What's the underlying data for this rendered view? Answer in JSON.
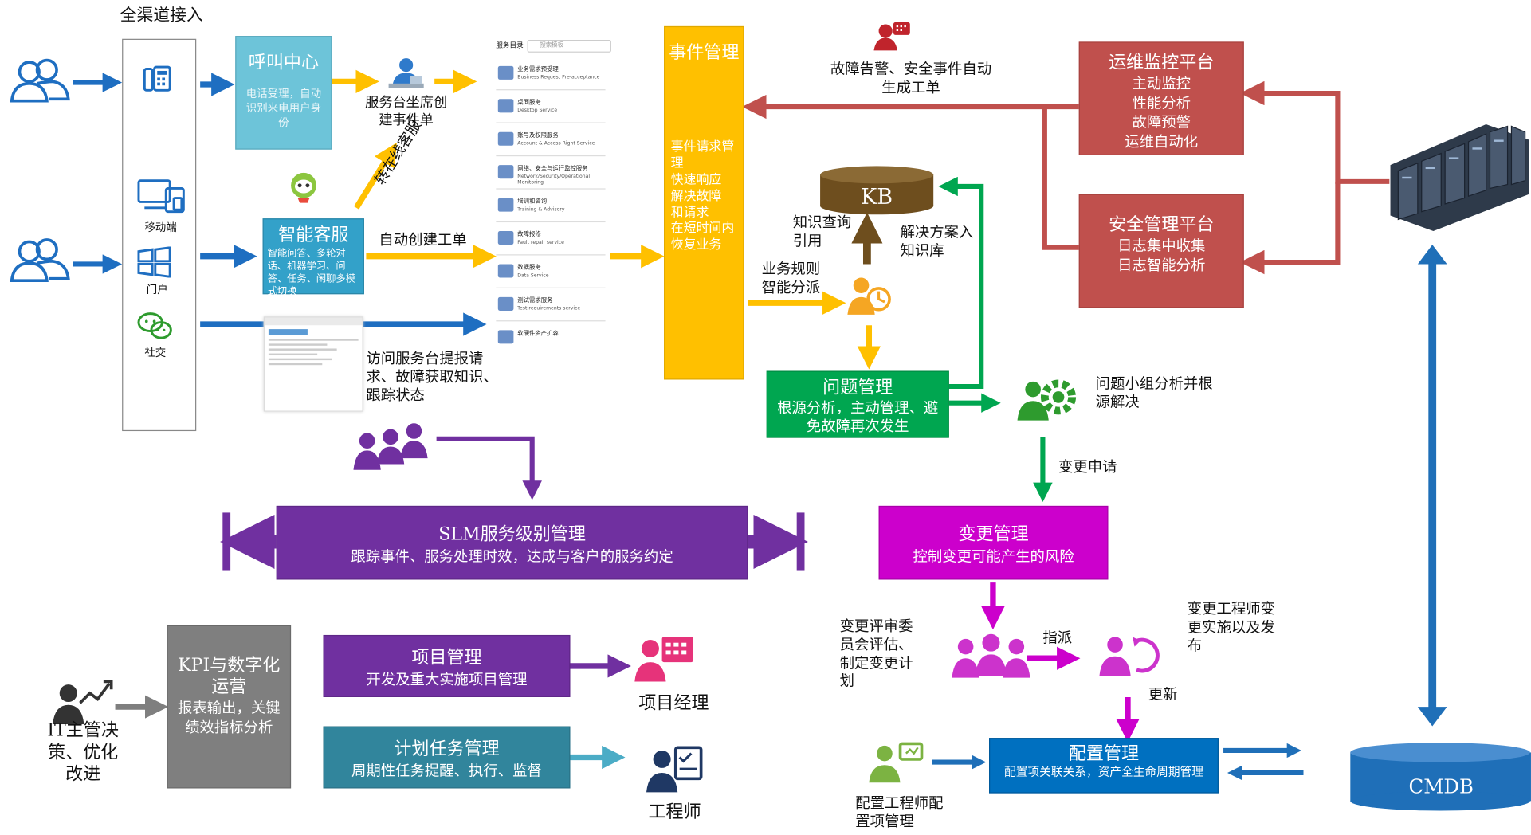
{
  "channels": {
    "title": "全渠道接入",
    "mobile": "移动端",
    "portal": "门户",
    "social": "社交"
  },
  "call_center": {
    "title": "呼叫中心",
    "desc": "电话受理，自动识别来电用户身份",
    "agent_note": "服务台坐席创建事件单"
  },
  "smart_cs": {
    "title": "智能客服",
    "desc": "智能问答、多轮对话、机器学习、问答、任务、闲聊多模式切换",
    "transfer": "转在线客服",
    "auto_ticket": "自动创建工单"
  },
  "web_portal_note": "访问服务台提报请求、故障获取知识、跟踪状态",
  "service_catalog": {
    "header": "服务目录",
    "search_placeholder": "搜索模板",
    "items": [
      {
        "zh": "业务需求预受理",
        "en": "Business Request Pre-acceptance"
      },
      {
        "zh": "桌面服务",
        "en": "Desktop Service"
      },
      {
        "zh": "账号及权限服务",
        "en": "Account & Access Right Service"
      },
      {
        "zh": "网络、安全与运行监控服务",
        "en": "Network/Security/Operational Monitoring"
      },
      {
        "zh": "培训和咨询",
        "en": "Training & Advisory"
      },
      {
        "zh": "故障报修",
        "en": "Fault repair service"
      },
      {
        "zh": "数据服务",
        "en": "Data Service"
      },
      {
        "zh": "测试需求服务",
        "en": "Test requirements service"
      },
      {
        "zh": "软硬件资产扩容",
        "en": ""
      }
    ]
  },
  "incident": {
    "title": "事件管理",
    "desc": "事件请求管理\n快速响应\n解决故障\n和请求\n在短时间内恢复业务"
  },
  "alert_note": "故障告警、安全事件自动生成工单",
  "ops_platform": {
    "title": "运维监控平台",
    "lines": [
      "主动监控",
      "性能分析",
      "故障预警",
      "运维自动化"
    ]
  },
  "security_platform": {
    "title": "安全管理平台",
    "lines": [
      "日志集中收集",
      "日志智能分析"
    ]
  },
  "kb": {
    "label": "KB",
    "query_note": "知识查询引用",
    "solution_note": "解决方案入知识库",
    "dispatch_note": "业务规则智能分派"
  },
  "problem": {
    "title": "问题管理",
    "desc": "根源分析，主动管理、避免故障再次发生",
    "team_note": "问题小组分析并根源解决",
    "change_request": "变更申请"
  },
  "slm": {
    "title": "SLM服务级别管理",
    "desc": "跟踪事件、服务处理时效，达成与客户的服务约定"
  },
  "change": {
    "title": "变更管理",
    "desc": "控制变更可能产生的风险",
    "cab_note": "变更评审委员会评估、制定变更计划",
    "assign": "指派",
    "engineer_note": "变更工程师变更实施以及发布",
    "update": "更新"
  },
  "config": {
    "title": "配置管理",
    "desc": "配置项关联关系，资产全生命周期管理",
    "engineer_note": "配置工程师配置项管理"
  },
  "cmdb": {
    "label": "CMDB"
  },
  "kpi": {
    "title": "KPI与数字化运营",
    "desc": "报表输出，关键绩效指标分析",
    "it_note": "IT主管决策、优化改进"
  },
  "project": {
    "title": "项目管理",
    "desc": "开发及重大实施项目管理",
    "role": "项目经理"
  },
  "plan": {
    "title": "计划任务管理",
    "desc": "周期性任务提醒、执行、监督",
    "role": "工程师"
  },
  "colors": {
    "incident": "#FFC000",
    "ops": "#C0504D",
    "problem": "#00A650",
    "slm": "#7030A0",
    "change": "#CC00CC",
    "config": "#0070C0",
    "kpi": "#7F7F7F",
    "plan": "#31859C",
    "call_center": "#6DC4D9",
    "smart_cs": "#33A1C9",
    "kb": "#6E4E1E",
    "cmdb": "#1F6FB8",
    "channel_arrow": "#1E6EC1"
  },
  "icons": [
    "users-icon",
    "phone-icon",
    "devices-icon",
    "windows-icon",
    "wechat-icon",
    "robot-icon",
    "agent-icon",
    "server-rack-icon",
    "alarm-icon",
    "dispatch-person-icon",
    "gear-team-icon",
    "group-icon",
    "cycle-person-icon",
    "calendar-person-icon",
    "task-person-icon",
    "chart-person-icon",
    "config-person-icon",
    "database-icon"
  ]
}
